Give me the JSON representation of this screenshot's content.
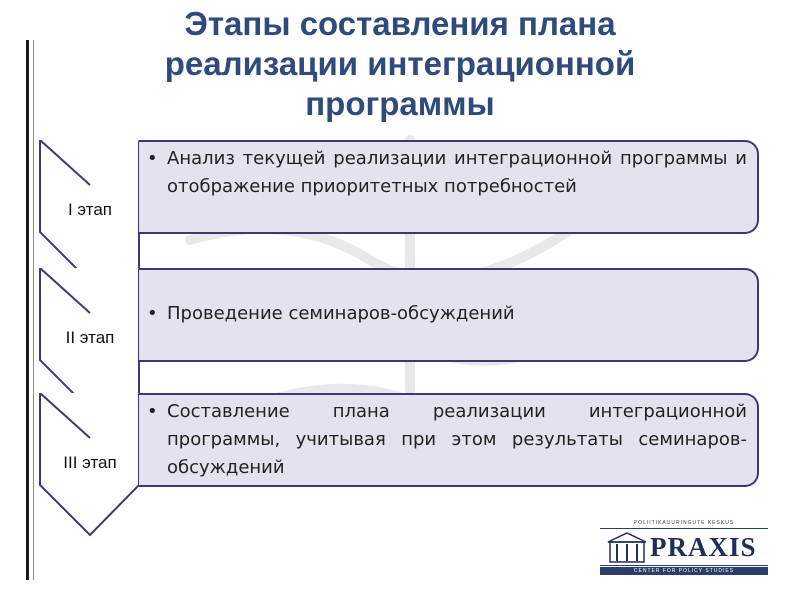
{
  "slide": {
    "title": "Этапы составления плана реализации интеграционной программы",
    "stages": [
      {
        "label": "I этап",
        "bullet": "•",
        "text": "Анализ текущей реализации интеграционной программы и отображение приоритетных потребностей"
      },
      {
        "label": "II этап",
        "bullet": "•",
        "text": "Проведение семинаров-обсуждений"
      },
      {
        "label": "III этап",
        "bullet": "•",
        "text": "Составление плана реализации интеграционной программы, учитывая при этом результаты семинаров-обсуждений"
      }
    ]
  },
  "logo": {
    "top_text": "POLIITIKAUURINGUTE KESKUS",
    "word": "PRAXIS",
    "bottom_text": "CENTER FOR POLICY STUDIES"
  },
  "colors": {
    "title": "#2f4a7c",
    "box_fill": "#e3e3ef",
    "box_border": "#3d3778",
    "logo": "#1f2f58"
  }
}
